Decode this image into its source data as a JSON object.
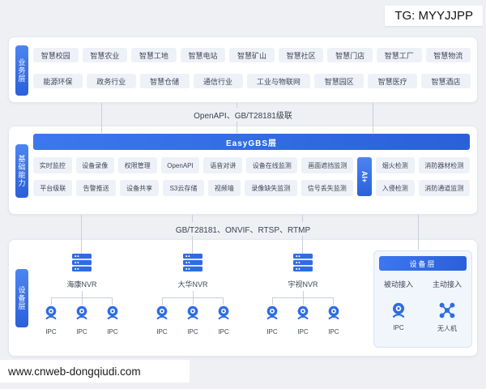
{
  "overlays": {
    "tg": "TG: MYYJJPP",
    "site": "www.cnweb-dongqiudi.com"
  },
  "connectors": {
    "top": "OpenAPI、GB/T28181级联",
    "bottom": "GB/T28181、ONVIF、RTSP、RTMP"
  },
  "business": {
    "tab": "业务层",
    "row1": [
      "智慧校园",
      "智慧农业",
      "智慧工地",
      "智慧电站",
      "智慧矿山",
      "智慧社区",
      "智慧门店",
      "智慧工厂",
      "智慧物流"
    ],
    "row2": [
      "能源环保",
      "政务行业",
      "智慧仓储",
      "通信行业",
      "工业与物联网",
      "智慧园区",
      "智慧医疗",
      "智慧酒店"
    ]
  },
  "platform": {
    "tab": "基础能力",
    "header": "EasyGBS层",
    "row1": [
      "实时监控",
      "设备录像",
      "权限管理",
      "OpenAPI",
      "语音对讲",
      "设备在线监测",
      "画面遮挡监测"
    ],
    "row2": [
      "平台级联",
      "告警推送",
      "设备共享",
      "S3云存储",
      "视频墙",
      "录像缺失监测",
      "信号丢失监测"
    ],
    "ai_badge": "AI+",
    "ai_row1": [
      "烟火检测",
      "消防器材检测"
    ],
    "ai_row2": [
      "入侵检测",
      "消防通道监测"
    ]
  },
  "devices": {
    "tab": "设备层",
    "nvr_groups": [
      {
        "label": "海康NVR",
        "cameras": [
          "IPC",
          "IPC",
          "IPC"
        ]
      },
      {
        "label": "大华NVR",
        "cameras": [
          "IPC",
          "IPC",
          "IPC"
        ]
      },
      {
        "label": "宇视NVR",
        "cameras": [
          "IPC",
          "IPC",
          "IPC"
        ]
      }
    ],
    "access_box": {
      "header": "设备层",
      "columns": [
        {
          "label": "被动接入",
          "device": "IPC"
        },
        {
          "label": "主动接入",
          "device": "无人机"
        }
      ]
    }
  },
  "colors": {
    "accent": "#2e6ce4",
    "chip_bg": "#eef1f7",
    "line": "#c8ced9"
  }
}
